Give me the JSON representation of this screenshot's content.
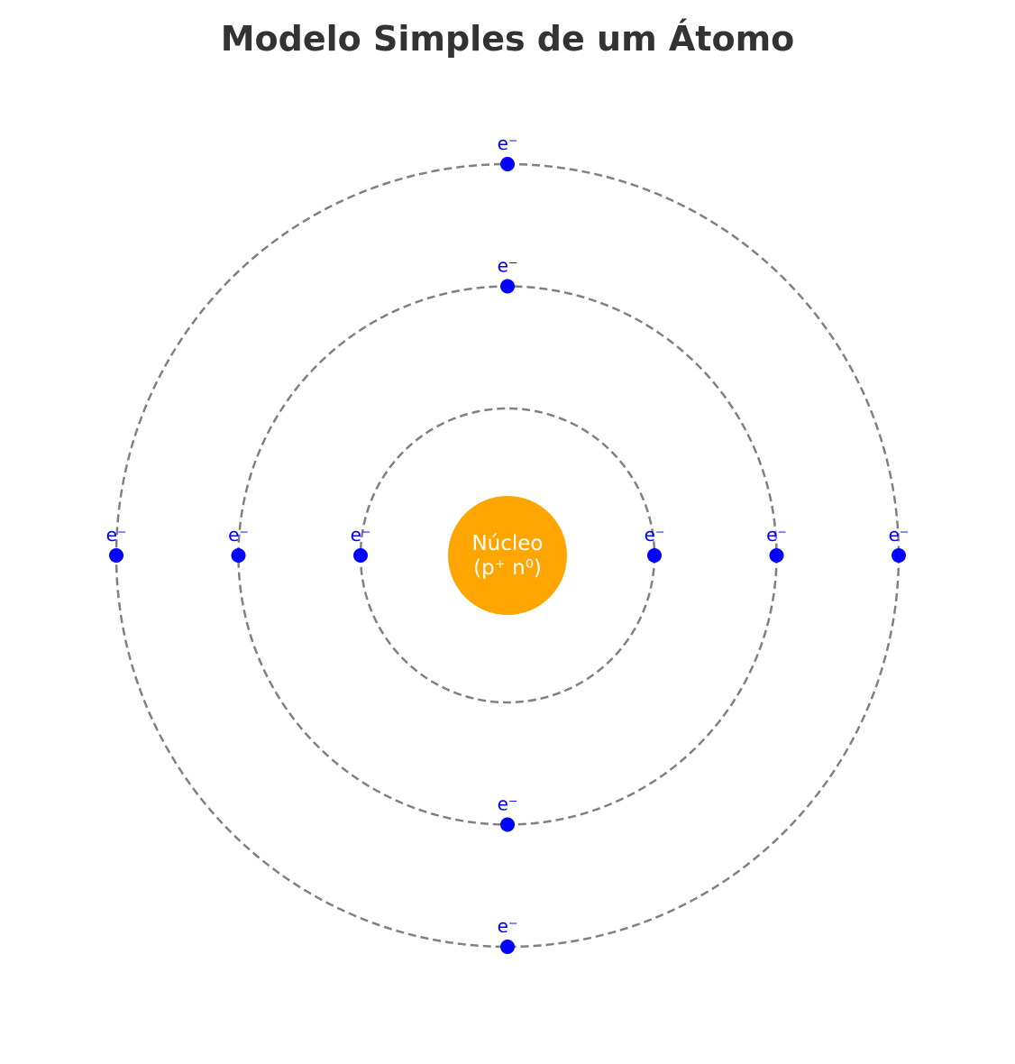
{
  "title": "Modelo Simples de um Átomo",
  "nucleus": {
    "line1": "Núcleo",
    "line2": "(p⁺ n⁰)",
    "color": "#FFA500",
    "text_color": "#ffffff"
  },
  "electron": {
    "label": "e⁻",
    "color": "#0000FF"
  },
  "shells": [
    {
      "level": 1,
      "electron_angles_deg": [
        0,
        180
      ]
    },
    {
      "level": 2,
      "electron_angles_deg": [
        0,
        90,
        180,
        270
      ]
    },
    {
      "level": 3,
      "electron_angles_deg": [
        0,
        90,
        180,
        270
      ]
    }
  ],
  "colors": {
    "orbit": "#808080",
    "title": "#333333"
  }
}
